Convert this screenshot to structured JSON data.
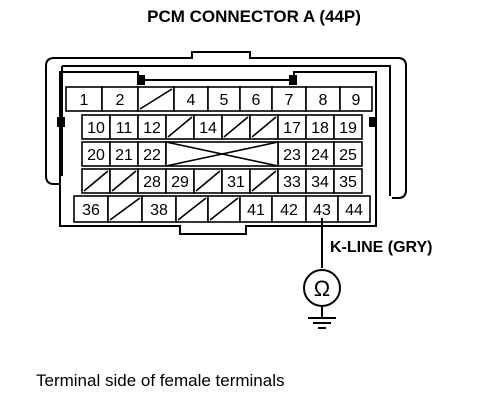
{
  "title": "PCM CONNECTOR A (44P)",
  "signal_label": "K-LINE (GRY)",
  "meter_symbol": "Ω",
  "caption": "Terminal side of female terminals",
  "probed_terminal": "43",
  "rows": [
    [
      "1",
      "2",
      "",
      "4",
      "5",
      "6",
      "7",
      "8",
      "9"
    ],
    [
      "10",
      "11",
      "12",
      "",
      "14",
      "",
      "",
      "17",
      "18",
      "19"
    ],
    [
      "20",
      "21",
      "22",
      "",
      "",
      "",
      "",
      "23",
      "24",
      "25"
    ],
    [
      "",
      "",
      "28",
      "29",
      "",
      "31",
      "",
      "33",
      "34",
      "35"
    ],
    [
      "36",
      "",
      "38",
      "",
      "",
      "41",
      "42",
      "43",
      "44"
    ]
  ]
}
